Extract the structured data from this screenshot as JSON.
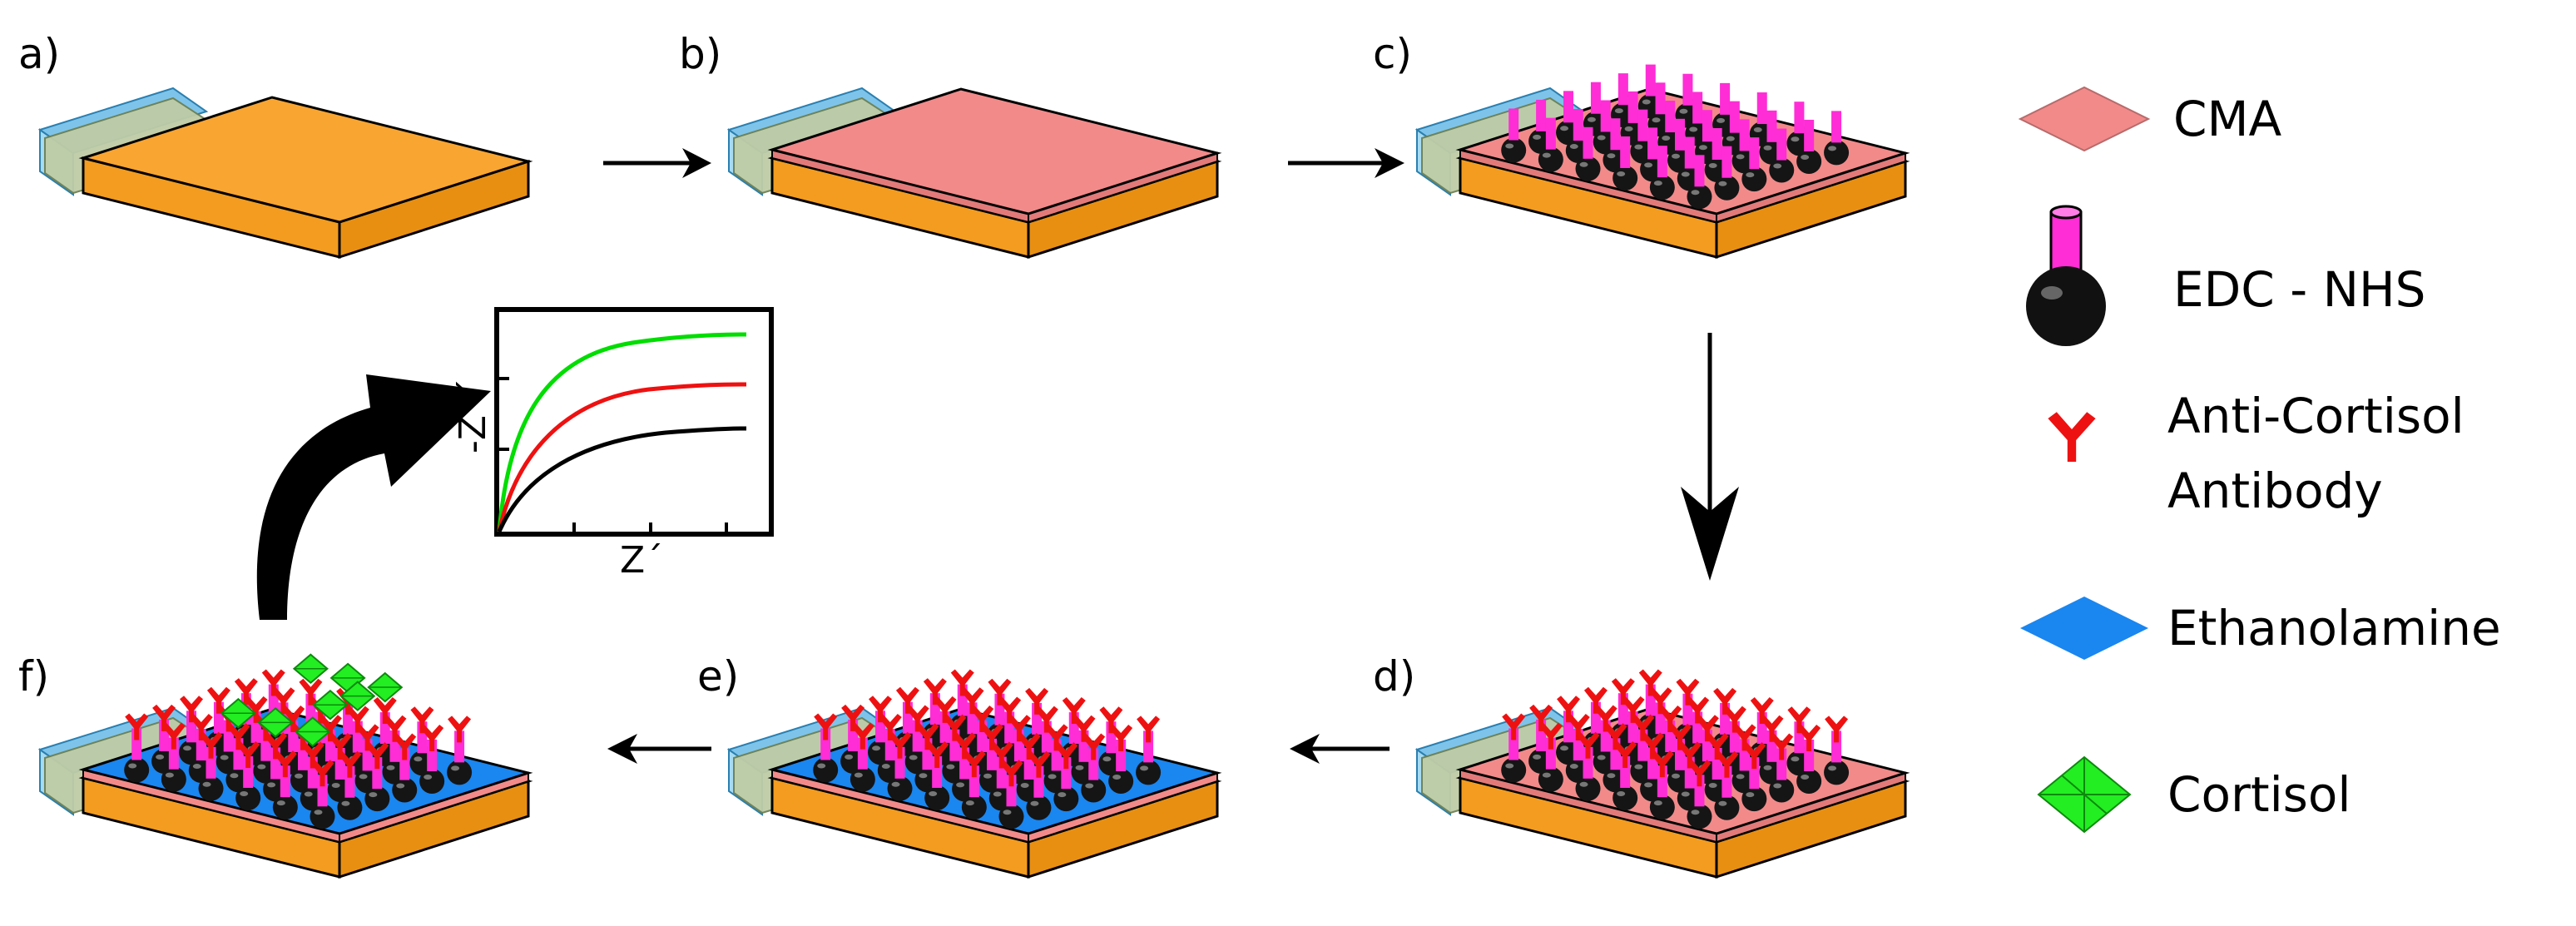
{
  "panels": [
    {
      "id": "a",
      "label": "a)"
    },
    {
      "id": "b",
      "label": "b)"
    },
    {
      "id": "c",
      "label": "c)"
    },
    {
      "id": "d",
      "label": "d)"
    },
    {
      "id": "e",
      "label": "e)"
    },
    {
      "id": "f",
      "label": "f)"
    }
  ],
  "legend": {
    "cma": "CMA",
    "edc_nhs": "EDC - NHS",
    "antibody_line1": "Anti-Cortisol",
    "antibody_line2": "Antibody",
    "ethanolamine": "Ethanolamine",
    "cortisol": "Cortisol"
  },
  "inset_plot": {
    "xlabel": "Z´",
    "ylabel": "-Z´´",
    "series_colors": [
      "#00dd00",
      "#ee1111",
      "#000000"
    ]
  },
  "colors": {
    "gold_top": "#f9a531",
    "gold_side": "#f39c1f",
    "cma_pink": "#f28a8a",
    "ethanolamine_blue": "#1a86f0",
    "linker_magenta": "#ff2dd6",
    "antibody_red": "#ee1111",
    "cortisol_green": "#22ee22",
    "glass": "#bfcca6",
    "glass_edge": "#7ec4ea"
  }
}
